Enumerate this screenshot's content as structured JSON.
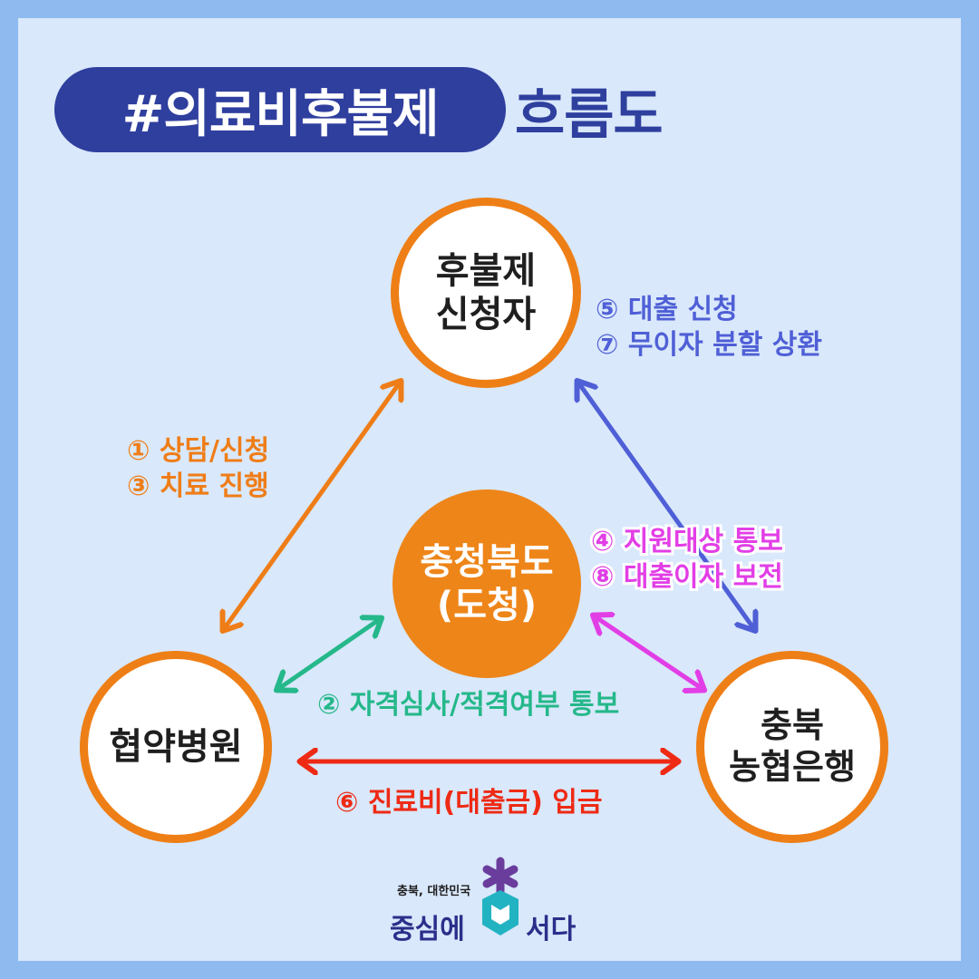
{
  "title": {
    "highlight": "#의료비후불제",
    "rest": "흐름도"
  },
  "nodes": {
    "applicant": {
      "line1": "후불제",
      "line2": "신청자"
    },
    "province": {
      "line1": "충청북도",
      "line2": "(도청)"
    },
    "hospital": {
      "line1": "협약병원"
    },
    "bank": {
      "line1": "충북",
      "line2": "농협은행"
    }
  },
  "flows": {
    "hospital_applicant": {
      "line1": "① 상담/신청",
      "line2": "③ 치료 진행",
      "color": "#ef7d17"
    },
    "applicant_bank": {
      "line1": "⑤ 대출 신청",
      "line2": "⑦ 무이자 분할 상환",
      "color": "#4f5fd6"
    },
    "province_bank": {
      "line1": "④ 지원대상 통보",
      "line2": "⑧ 대출이자 보전",
      "color": "#e23ee6"
    },
    "province_hospital": {
      "line1": "② 자격심사/적격여부 통보",
      "color": "#25b88a"
    },
    "bank_hospital": {
      "line1": "⑥ 진료비(대출금) 입금",
      "color": "#ee2a14"
    }
  },
  "logo": {
    "small": "충북, 대한민국",
    "left": "중심에",
    "right": "서다"
  },
  "colors": {
    "background": "#d9e8fb",
    "border": "#8fbaf0",
    "navy": "#2f3f9e",
    "orange": "#ee7f16"
  }
}
